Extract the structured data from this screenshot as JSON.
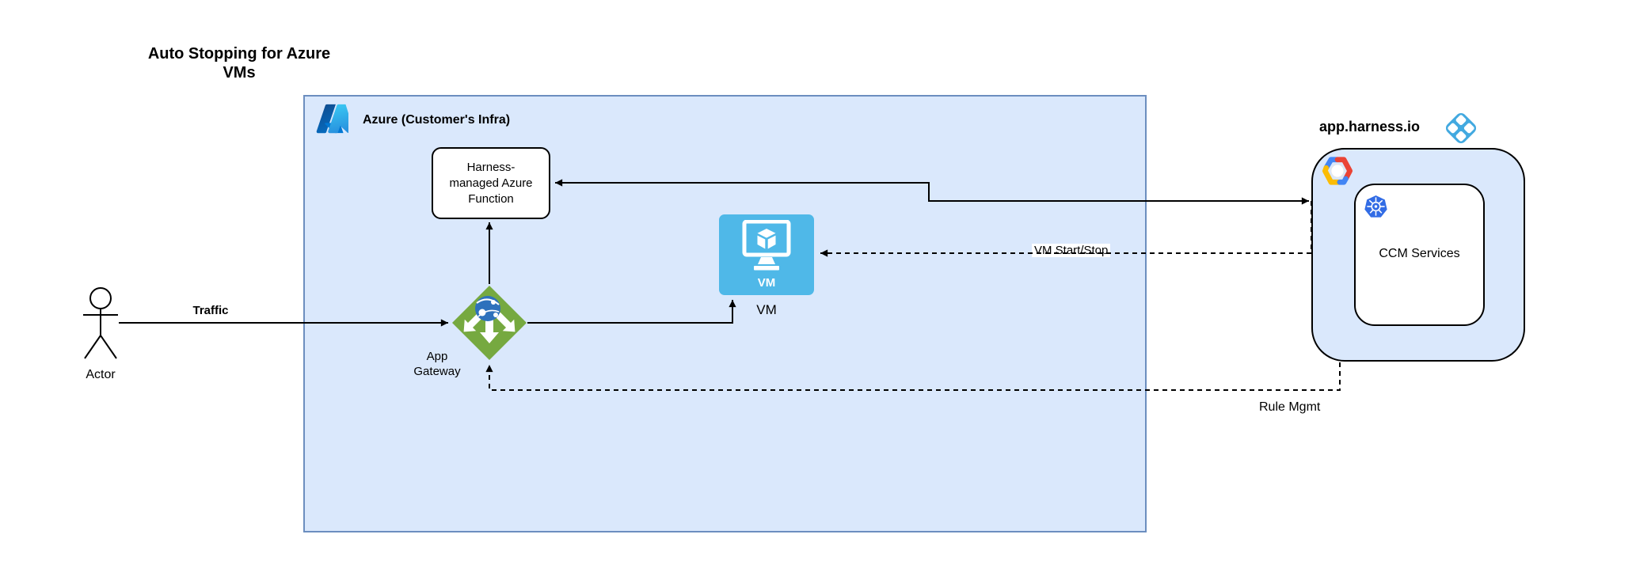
{
  "title": "Auto Stopping for Azure VMs",
  "azure_group": {
    "label": "Azure (Customer's Infra)",
    "function_node_label": "Harness-managed Azure Function",
    "vm_icon_text": "VM",
    "vm_label": "VM",
    "app_gateway_label": "App Gateway"
  },
  "actor": {
    "label": "Actor"
  },
  "edges": {
    "traffic": "Traffic",
    "vm_start_stop": "VM Start/Stop",
    "rule_mgmt": "Rule Mgmt"
  },
  "harness": {
    "domain": "app.harness.io",
    "ccm_services": "CCM Services"
  },
  "icons": {
    "azure": "azure-logo",
    "app_gateway": "azure-application-gateway-icon",
    "vm": "azure-vm-icon",
    "harness": "harness-logo",
    "gcp": "google-cloud-logo",
    "kubernetes": "kubernetes-logo",
    "actor": "uml-actor-figure"
  },
  "colors": {
    "group-fill": "#dae8fc",
    "group-border": "#6c8ebf",
    "node-border": "#000000",
    "line-color": "#000000",
    "vm-blue": "#4fb8e8",
    "gateway-green": "#76a940",
    "globe-blue": "#2e71bc",
    "harness-blue": "#42a9e0",
    "k8s-blue": "#326ce5",
    "gcp-blue": "#4285f4",
    "gcp-red": "#ea4335",
    "gcp-yellow": "#fbbc05"
  }
}
